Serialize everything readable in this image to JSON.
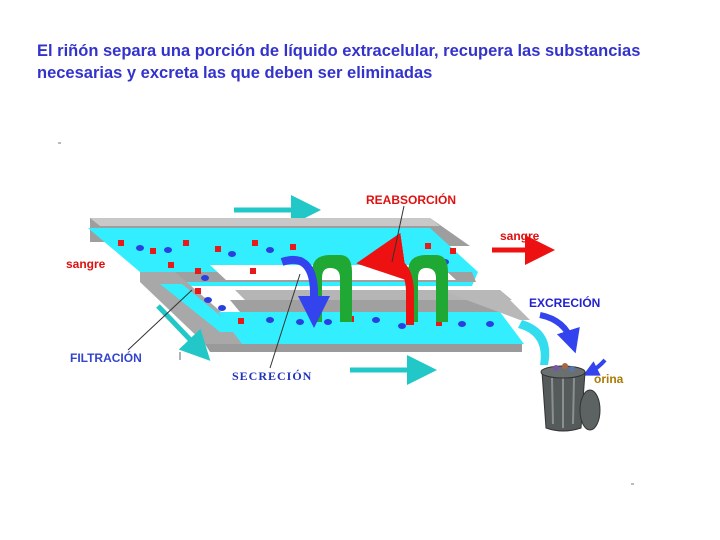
{
  "slide": {
    "title": "El riñón separa una porción de líquido extracelular, recupera las substancias necesarias y excreta las que deben ser eliminadas"
  },
  "labels": {
    "reabsorcion": "REABSORCIÓN",
    "sangre_left": "sangre",
    "sangre_right": "sangre",
    "excrecion": "EXCRECIÓN",
    "filtracion": "FILTRACIÓN",
    "secrecion": "SECRECIÓN",
    "orina": "orina"
  },
  "colors": {
    "title": "#3333cc",
    "label_red": "#e01010",
    "label_blue": "#2222cc",
    "orina": "#aa7a00",
    "fluid": "#33eeff",
    "wall": "#aaaaaa",
    "reabsorption_arrow": "#22aa33",
    "flow_arrow": "#22c7c7",
    "blood_arrow": "#ee1111"
  },
  "icons": [
    "trash-can-icon",
    "flow-arrow-icon"
  ]
}
